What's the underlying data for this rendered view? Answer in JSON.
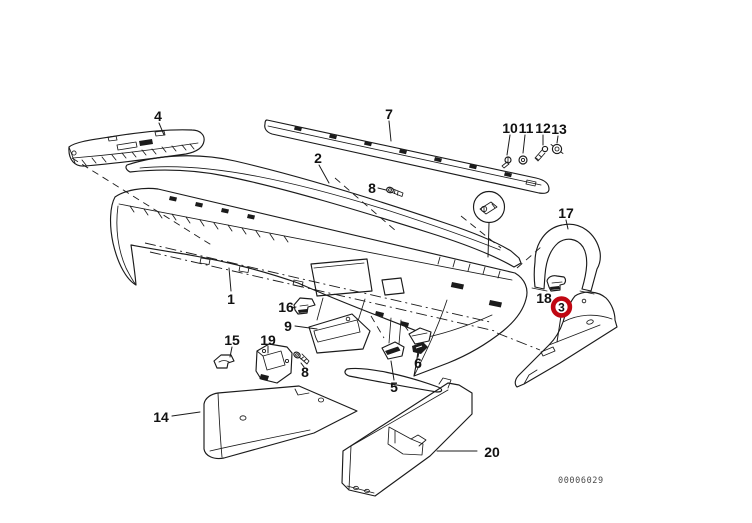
{
  "diagram": {
    "doc_number": "00006029",
    "doc_number_color": "#4a4a4a",
    "line_color": "#1b1b1b",
    "background": "#ffffff",
    "highlight_color": "#c00712",
    "highlighted_callout": "3",
    "callouts": [
      {
        "label": "1"
      },
      {
        "label": "2"
      },
      {
        "label": "3",
        "highlighted": true
      },
      {
        "label": "4"
      },
      {
        "label": "5"
      },
      {
        "label": "6"
      },
      {
        "label": "7"
      },
      {
        "label": "8"
      },
      {
        "label": "8"
      },
      {
        "label": "9"
      },
      {
        "label": "10"
      },
      {
        "label": "11"
      },
      {
        "label": "12"
      },
      {
        "label": "13"
      },
      {
        "label": "14"
      },
      {
        "label": "15"
      },
      {
        "label": "16"
      },
      {
        "label": "17"
      },
      {
        "label": "18"
      },
      {
        "label": "19"
      },
      {
        "label": "20"
      }
    ]
  }
}
